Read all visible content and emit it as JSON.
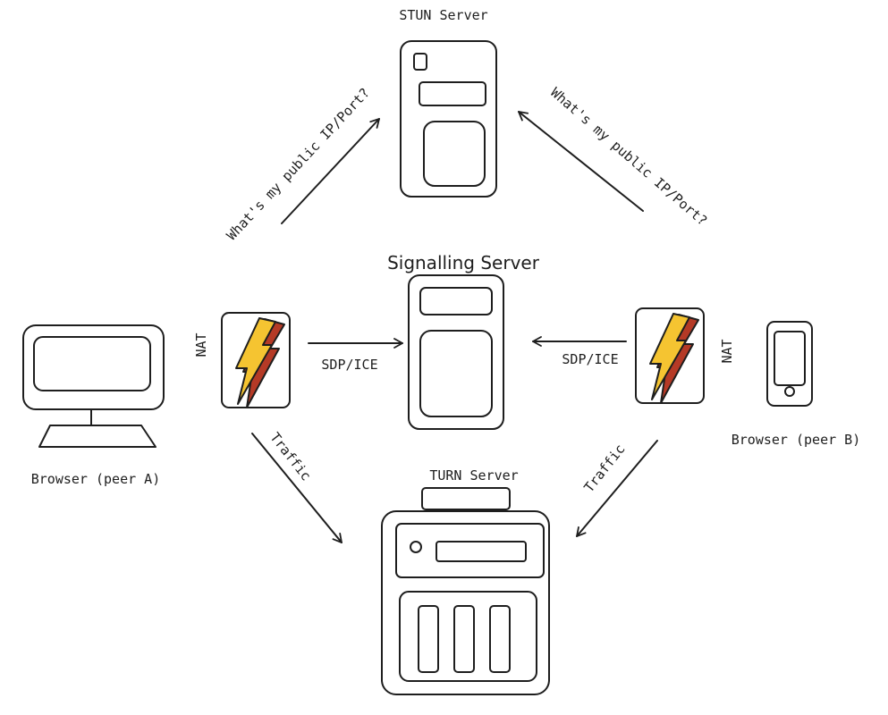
{
  "nodes": {
    "stun": {
      "label": "STUN Server"
    },
    "signalling": {
      "label": "Signalling Server"
    },
    "turn": {
      "label": "TURN Server"
    },
    "peer_a": {
      "label": "Browser (peer A)"
    },
    "peer_b": {
      "label": "Browser (peer B)"
    },
    "nat_a": {
      "label": "NAT"
    },
    "nat_b": {
      "label": "NAT"
    }
  },
  "edges": {
    "a_to_stun": {
      "label": "What's my public IP/Port?"
    },
    "b_to_stun": {
      "label": "What's my public IP/Port?"
    },
    "a_to_signal": {
      "label": "SDP/ICE"
    },
    "b_to_signal": {
      "label": "SDP/ICE"
    },
    "a_to_turn": {
      "label": "Traffic"
    },
    "b_to_turn": {
      "label": "Traffic"
    }
  },
  "icons": {
    "nat": "lightning-bolt-icon",
    "peer_a_device": "desktop-monitor-icon",
    "peer_b_device": "mobile-phone-icon",
    "stun_device": "server-icon",
    "signalling_device": "server-icon",
    "turn_device": "server-rack-icon"
  },
  "colors": {
    "bolt": "#f5c431",
    "bolt_shadow": "#b53a26",
    "stroke": "#1e1e1e"
  }
}
